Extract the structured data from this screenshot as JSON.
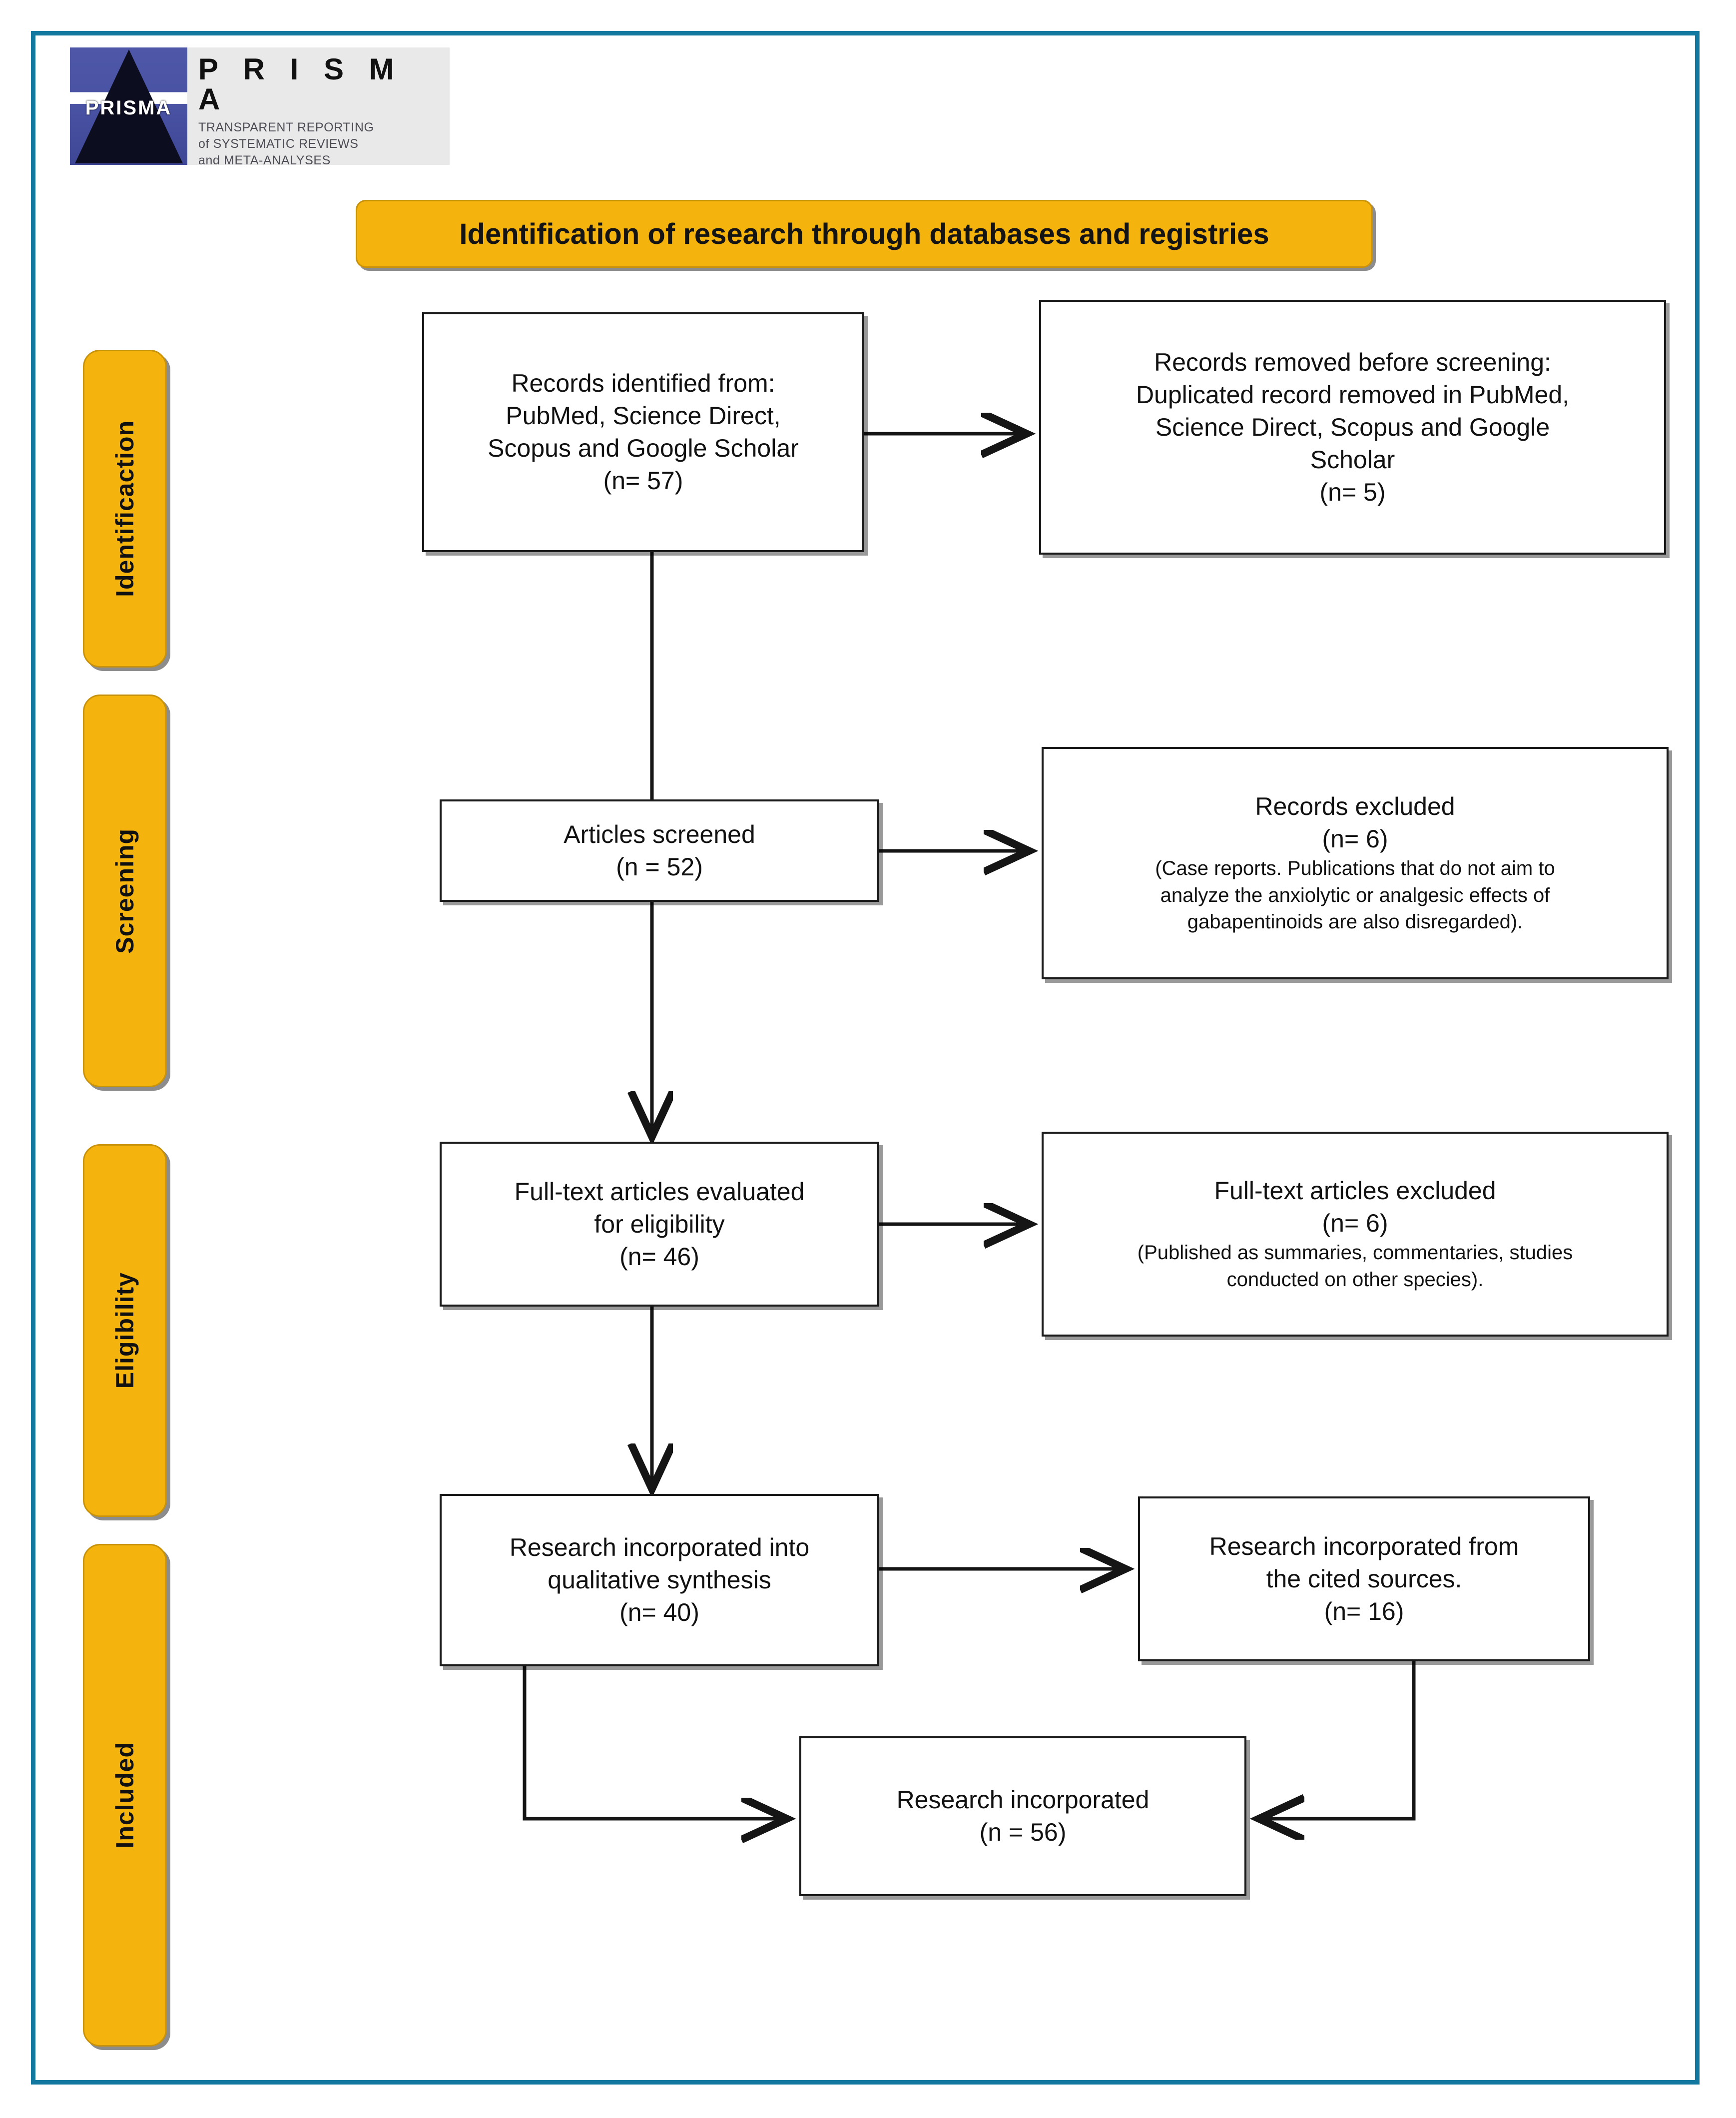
{
  "frame": {
    "border_color": "#1278a0"
  },
  "logo": {
    "mark_word": "PRISMA",
    "title": "P R I S M A",
    "sub1": "TRANSPARENT REPORTING",
    "sub2": "of SYSTEMATIC REVIEWS",
    "sub3": "and META-ANALYSES"
  },
  "banner": {
    "text": "Identification of research through databases and registries",
    "fill": "#f5b30e"
  },
  "stages": [
    {
      "label": "Identificaction"
    },
    {
      "label": "Screening"
    },
    {
      "label": "Eligibility"
    },
    {
      "label": "Included"
    }
  ],
  "boxes": {
    "identified": {
      "lines": [
        "Records identified from:",
        "PubMed, Science Direct,",
        "Scopus and Google Scholar",
        "(n= 57)"
      ]
    },
    "removed": {
      "lines": [
        "Records removed before screening:",
        "Duplicated record removed in PubMed,",
        "Science Direct, Scopus and Google",
        "Scholar",
        "(n= 5)"
      ]
    },
    "screened": {
      "lines": [
        "Articles screened",
        "(n = 52)"
      ]
    },
    "excluded": {
      "lines": [
        "Records excluded",
        "(n= 6)"
      ],
      "note": [
        "(Case reports. Publications that do not aim to",
        "analyze the anxiolytic or analgesic effects of",
        "gabapentinoids are also disregarded)."
      ]
    },
    "fulltext": {
      "lines": [
        "Full-text articles evaluated",
        "for eligibility",
        "(n= 46)"
      ]
    },
    "fulltext_excluded": {
      "lines": [
        "Full-text articles excluded",
        "(n= 6)"
      ],
      "note": [
        "(Published as summaries, commentaries, studies",
        "conducted on other species)."
      ]
    },
    "qualitative": {
      "lines": [
        "Research incorporated into",
        "qualitative synthesis",
        "(n= 40)"
      ]
    },
    "cited": {
      "lines": [
        "Research incorporated from",
        "the cited sources.",
        "(n= 16)"
      ]
    },
    "final": {
      "lines": [
        "Research incorporated",
        "(n = 56)"
      ]
    }
  },
  "counts": {
    "identified": 57,
    "removed_before_screening": 5,
    "screened": 52,
    "records_excluded": 6,
    "fulltext_assessed": 46,
    "fulltext_excluded": 6,
    "qualitative_synthesis": 40,
    "from_cited_sources": 16,
    "total_included": 56
  }
}
